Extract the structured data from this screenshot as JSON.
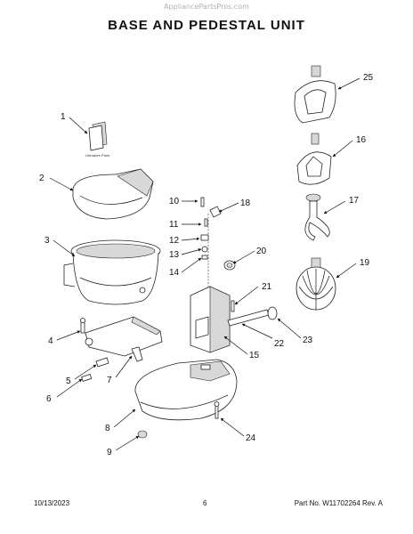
{
  "watermark": "AppliancePartsPros.com",
  "title": "BASE AND PEDESTAL UNIT",
  "literature_label": "Literature Parts",
  "callouts": [
    "1",
    "2",
    "3",
    "4",
    "5",
    "6",
    "7",
    "8",
    "9",
    "10",
    "11",
    "12",
    "13",
    "14",
    "15",
    "16",
    "17",
    "18",
    "19",
    "20",
    "21",
    "22",
    "23",
    "24",
    "25"
  ],
  "footer": {
    "date": "10/13/2023",
    "page": "6",
    "part_info": "Part No. W11702264  Rev. A"
  }
}
